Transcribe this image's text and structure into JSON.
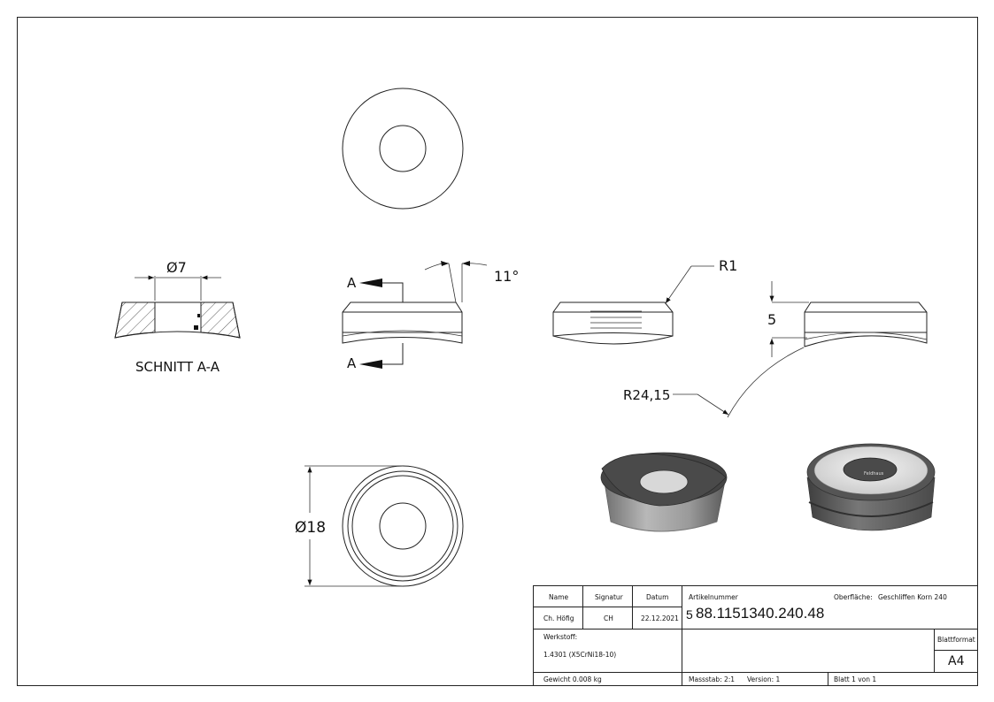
{
  "drawing": {
    "dimensions": {
      "bore_diameter": "Ø7",
      "outer_diameter": "Ø18",
      "angle": "11°",
      "edge_radius": "R1",
      "height": "5",
      "bottom_radius": "R24,15"
    },
    "section": {
      "marker_top": "A",
      "marker_bottom": "A",
      "caption": "SCHNITT A-A"
    },
    "render_text": "Feldhaus"
  },
  "title_block": {
    "headers": {
      "name": "Name",
      "signature": "Signatur",
      "date": "Datum"
    },
    "row": {
      "name": "Ch. Höfig",
      "signature": "CH",
      "date": "22.12.2021"
    },
    "article_label": "Artikelnummer",
    "article_number": "88.1151340.240.48",
    "article_number_prefix": "5",
    "surface_label": "Oberfläche:",
    "surface_value": "Geschliffen Korn 240",
    "material_label": "Werkstoff:",
    "material_value": "1.4301 (X5CrNi18-10)",
    "format_label": "Blattformat",
    "format_value": "A4",
    "weight": "Gewicht 0.008 kg",
    "scale": "Massstab: 2:1",
    "version": "Version: 1",
    "sheet": "Blatt 1 von 1"
  }
}
